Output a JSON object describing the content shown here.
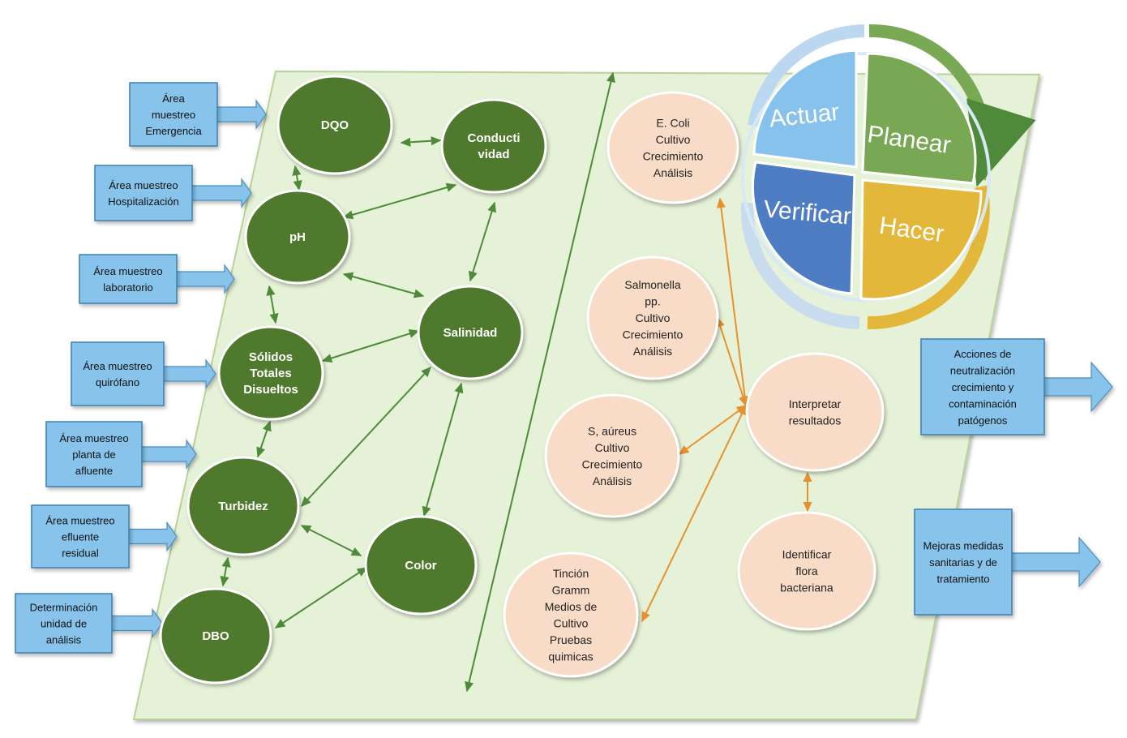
{
  "colors": {
    "panel": "#e6f2d8",
    "green_node": "#4f7a2f",
    "peach_node": "#f9dcc7",
    "blue_box": "#87c3ea",
    "green_arrow": "#4e8a3a",
    "orange_arrow": "#e7912e",
    "actuar": "#86c2ec",
    "planear": "#79a855",
    "verificar": "#4f7dc3",
    "hacer": "#e3b83a"
  },
  "sampling_areas": [
    {
      "id": "a1",
      "lines": [
        "Área",
        "muestreo",
        "Emergencia"
      ]
    },
    {
      "id": "a2",
      "lines": [
        "Área muestreo",
        "Hospitalización"
      ]
    },
    {
      "id": "a3",
      "lines": [
        "Área muestreo",
        "laboratorio"
      ]
    },
    {
      "id": "a4",
      "lines": [
        "Área muestreo",
        "quirófano"
      ]
    },
    {
      "id": "a5",
      "lines": [
        "Área muestreo",
        "planta de",
        "afluente"
      ]
    },
    {
      "id": "a6",
      "lines": [
        "Área muestreo",
        "efluente",
        "residual"
      ]
    },
    {
      "id": "a7",
      "lines": [
        "Determinación",
        "unidad de",
        "análisis"
      ]
    }
  ],
  "parameters": [
    {
      "id": "dqo",
      "lines": [
        "DQO"
      ]
    },
    {
      "id": "cond",
      "lines": [
        "Conducti",
        "vidad"
      ]
    },
    {
      "id": "ph",
      "lines": [
        "pH"
      ]
    },
    {
      "id": "sal",
      "lines": [
        "Salinidad"
      ]
    },
    {
      "id": "std",
      "lines": [
        "Sólidos",
        "Totales",
        "Disueltos"
      ]
    },
    {
      "id": "turb",
      "lines": [
        "Turbidez"
      ]
    },
    {
      "id": "color",
      "lines": [
        "Color"
      ]
    },
    {
      "id": "dbo",
      "lines": [
        "DBO"
      ]
    }
  ],
  "microbiology": [
    {
      "id": "ecoli",
      "lines": [
        "E. Coli",
        "Cultivo",
        "Crecimiento",
        "Análisis"
      ]
    },
    {
      "id": "salm",
      "lines": [
        "Salmonella",
        "pp.",
        "Cultivo",
        "Crecimiento",
        "Análisis"
      ]
    },
    {
      "id": "saur",
      "lines": [
        "S, aúreus",
        "Cultivo",
        "Crecimiento",
        "Análisis"
      ]
    },
    {
      "id": "tinc",
      "lines": [
        "Tinción",
        "Gramm",
        "Medios de",
        "Cultivo",
        "Pruebas",
        "quimicas"
      ]
    },
    {
      "id": "interp",
      "lines": [
        "Interpretar",
        "resultados"
      ]
    },
    {
      "id": "ident",
      "lines": [
        "Identificar",
        "flora",
        "bacteriana"
      ]
    }
  ],
  "pdca": {
    "actuar": "Actuar",
    "planear": "Planear",
    "verificar": "Verificar",
    "hacer": "Hacer"
  },
  "outcomes": [
    {
      "id": "o1",
      "lines": [
        "Acciones de",
        "neutralización",
        "crecimiento y",
        "contaminación",
        "patógenos"
      ]
    },
    {
      "id": "o2",
      "lines": [
        "Mejoras medidas",
        "sanitarias y de",
        "tratamiento"
      ]
    }
  ]
}
